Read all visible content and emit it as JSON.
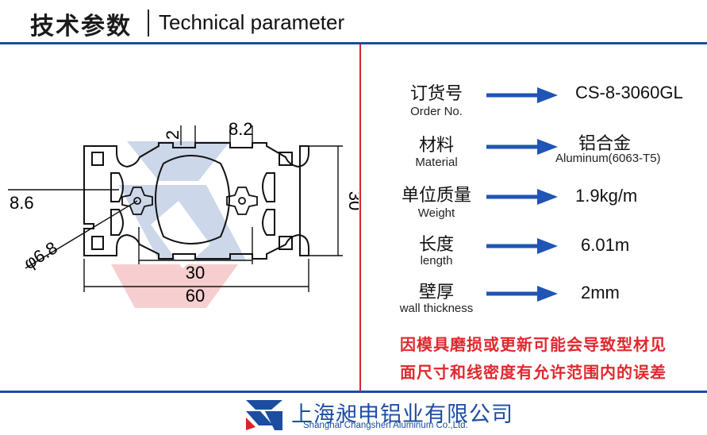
{
  "header": {
    "title_cn": "技术参数",
    "title_en": "Technical parameter"
  },
  "drawing": {
    "dim_wall": "2",
    "dim_slot": "8.2",
    "dim_height": "30",
    "dim_left": "8.6",
    "dim_hole": "φ6.8",
    "dim_inner_width": "30",
    "dim_width": "60"
  },
  "params": [
    {
      "label_cn": "订货号",
      "label_en": "Order No.",
      "value": "CS-8-3060GL",
      "value_sub": ""
    },
    {
      "label_cn": "材料",
      "label_en": "Material",
      "value": "铝合金",
      "value_sub": "Aluminum(6063-T5)"
    },
    {
      "label_cn": "单位质量",
      "label_en": "Weight",
      "value": "1.9kg/m",
      "value_sub": ""
    },
    {
      "label_cn": "长度",
      "label_en": "length",
      "value": "6.01m",
      "value_sub": ""
    },
    {
      "label_cn": "壁厚",
      "label_en": "wall thickness",
      "value": "2mm",
      "value_sub": ""
    }
  ],
  "note": {
    "line1": "因模具磨损或更新可能会导致型材见",
    "line2": "面尺寸和线密度有允许范围内的误差"
  },
  "footer": {
    "company_cn": "上海昶申铝业有限公司",
    "company_en": "Shanghai  Changshen Aluminum  Co.,Ltd."
  },
  "colors": {
    "brand_blue": "#1c4da0",
    "accent_red": "#d9242a",
    "arrow_blue": "#1f55b5",
    "note_red": "#e0282e"
  }
}
